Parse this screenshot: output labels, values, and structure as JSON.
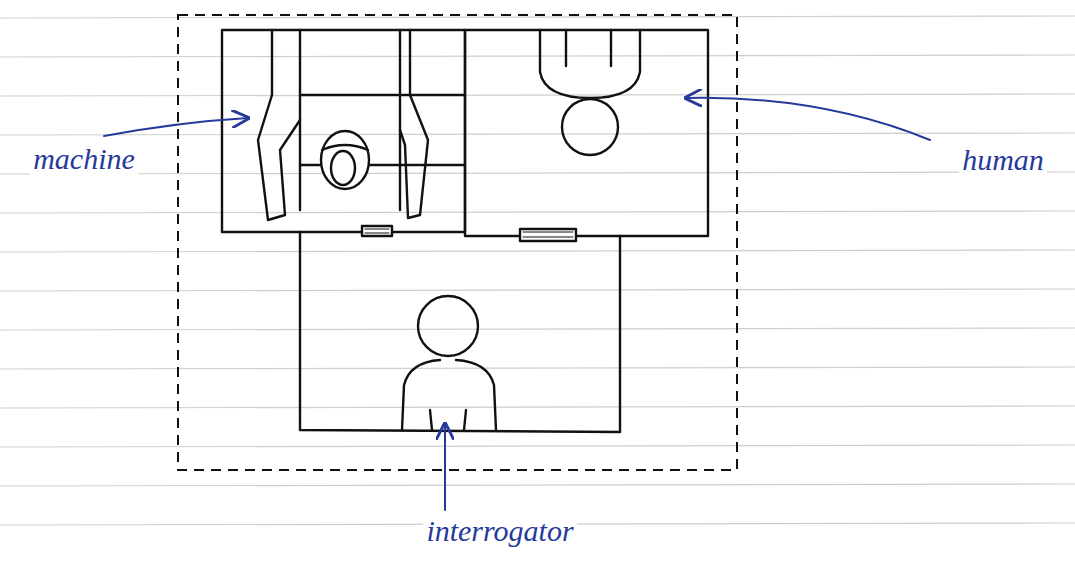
{
  "diagram": {
    "labels": [
      "machine",
      "human",
      "interrogator"
    ]
  }
}
